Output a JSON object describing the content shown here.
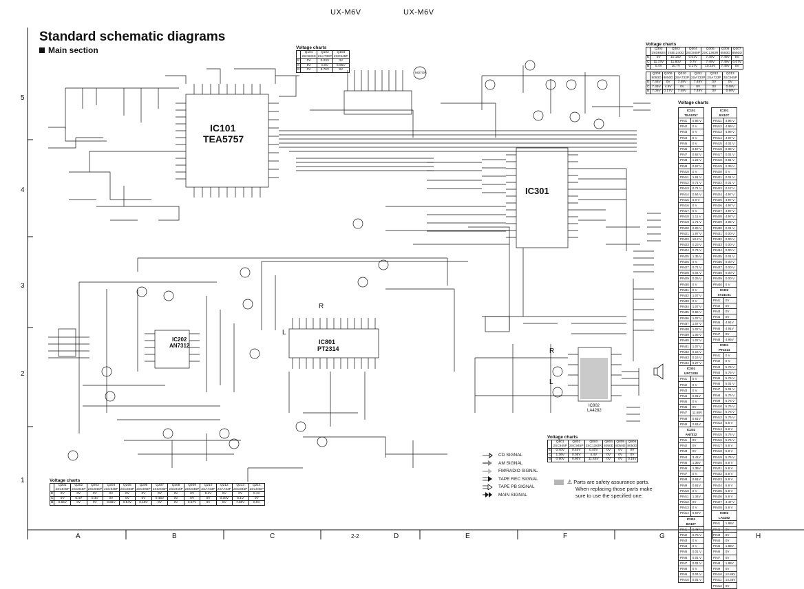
{
  "header": {
    "model_left": "UX-M6V",
    "model_right": "UX-M6V"
  },
  "title": "Standard schematic diagrams",
  "subtitle": "Main section",
  "page_number": "2-2",
  "grid": {
    "columns": [
      "A",
      "B",
      "C",
      "D",
      "E",
      "F",
      "G",
      "H"
    ],
    "rows": [
      "5",
      "4",
      "3",
      "2",
      "1"
    ]
  },
  "ic_labels": {
    "ic101": "IC101",
    "ic101_part": "TEA5757",
    "ic202": "IC202",
    "ic202_part": "AN7312",
    "ic801": "IC801",
    "ic801_part": "PT2314",
    "ic301": "IC301",
    "ic802": "IC802",
    "ic802_part": "LA4282"
  },
  "motor_label": "MOTOR",
  "channel_labels": {
    "r1": "R",
    "l1": "L",
    "r2": "R",
    "l2": "L"
  },
  "vc_top_left": {
    "title": "Voltage charts",
    "headers": [
      [
        "Q101",
        "2SA933S"
      ],
      [
        "Q102",
        "2SA733P"
      ],
      [
        "Q103",
        "2SC945P"
      ]
    ],
    "rows": [
      [
        "E",
        "0V",
        "0.03V",
        "3V"
      ],
      [
        "C",
        "8V",
        "8.8V",
        "9.95V"
      ],
      [
        "B",
        "0V",
        "9.76V",
        "9V"
      ]
    ]
  },
  "vc_top_right": {
    "title": "Voltage charts",
    "headers": [
      [
        "Q302",
        "2SD882S"
      ],
      [
        "Q303",
        "2SB1240Q"
      ],
      [
        "Q304",
        "2SC945P"
      ],
      [
        "Q305",
        "2SC1383R"
      ],
      [
        "Q306",
        "8550D"
      ],
      [
        "Q307",
        "8550D"
      ]
    ],
    "rows": [
      [
        "E",
        "0V",
        "10.16V",
        "0.01V",
        "7.49V",
        "7.49V",
        "0V"
      ],
      [
        "C",
        "11.73V",
        "11.80V",
        "0.7V",
        "7.49V",
        "7.49V",
        "0.07V"
      ],
      [
        "B",
        "0.4V",
        "10.7V",
        "0.17V",
        "10.24V",
        "7.49V",
        "0V"
      ]
    ],
    "headers2": [
      [
        "Q308",
        "8050D"
      ],
      [
        "Q309",
        "8050D"
      ],
      [
        "Q310",
        "2SA733P"
      ],
      [
        "Q311",
        "2SA733P"
      ],
      [
        "Q312",
        "2SA733P"
      ],
      [
        "Q313",
        "2SC945P"
      ]
    ],
    "rows2": [
      [
        "E",
        "7.48V",
        "0V",
        "7.49V",
        "7.49V",
        "0V",
        "0V"
      ],
      [
        "C",
        "7.49V",
        "4.9V",
        "0V",
        "0V",
        "0V",
        "0.08V"
      ],
      [
        "B",
        "7.09V",
        "0.17V",
        "7.49V",
        "7.49V",
        "0V",
        "0.66V"
      ]
    ]
  },
  "vc_bottom_left": {
    "title": "Voltage charts",
    "headers": [
      [
        "Q201",
        "2SC945P"
      ],
      [
        "Q202",
        "2SC945P"
      ],
      [
        "Q203",
        "2SC945P"
      ],
      [
        "Q204",
        "2SC945P"
      ],
      [
        "Q205",
        "2SC945P"
      ],
      [
        "Q206",
        "2SC945P"
      ],
      [
        "Q207",
        "2SC945P"
      ],
      [
        "Q208",
        "2SC945P"
      ],
      [
        "Q209",
        "2SC945P"
      ],
      [
        "Q210",
        "2SA733P"
      ],
      [
        "Q212",
        "2SA733P"
      ],
      [
        "Q213",
        "2SC945P"
      ],
      [
        "Q214",
        "2SC945P"
      ]
    ],
    "rows": [
      [
        "E",
        "0V",
        "0V",
        "0V",
        "0V",
        "0V",
        "0V",
        "0V",
        "0V",
        "0V",
        "8.4V",
        "0V",
        "0V",
        "0.1V"
      ],
      [
        "C",
        "0V",
        "0.4V",
        "0.4V",
        "0V",
        "0V",
        "0V",
        "0.45V",
        "0V",
        "0V",
        "0V",
        "0.30V",
        "8.1V",
        "0V"
      ],
      [
        "B",
        "0.65V",
        "0V",
        "0V",
        "0.65V",
        "0.54V",
        "0.18V",
        "0V",
        "0V",
        "0.57V",
        "0V",
        "0V",
        "7.86V",
        "0.6V"
      ]
    ]
  },
  "vc_bottom_mid": {
    "title": "Voltage charts",
    "headers": [
      [
        "Q801",
        "2SC945P"
      ],
      [
        "Q802",
        "2SC945P"
      ],
      [
        "Q803",
        "2SC1383R"
      ],
      [
        "Q804",
        "8050D"
      ],
      [
        "Q805",
        "8050D"
      ],
      [
        "Q806",
        "8050D"
      ]
    ],
    "rows": [
      [
        "E",
        "0.40V",
        "0.40V",
        "0.40V",
        "0V",
        "0V",
        "0V"
      ],
      [
        "C",
        "1.36V",
        "0.05V",
        "4.4V",
        "0V",
        "0V",
        "0V"
      ],
      [
        "B",
        "0.90V",
        "0.90V",
        "11.46V",
        "0V",
        "0V",
        "0.16V"
      ]
    ]
  },
  "pin_charts": {
    "title": "Voltage charts",
    "col1": {
      "blocks": [
        {
          "hd1": "IC101",
          "hd2": "TEA5757",
          "pins": [
            [
              "PIN1",
              "0.95 V"
            ],
            [
              "PIN2",
              "0 V"
            ],
            [
              "PIN3",
              "0 V"
            ],
            [
              "PIN4",
              "0 V"
            ],
            [
              "PIN5",
              "0 V"
            ],
            [
              "PIN6",
              "0.57 V"
            ],
            [
              "PIN7",
              "0.62 V"
            ],
            [
              "PIN8",
              "1.24 V"
            ],
            [
              "PIN9",
              "0.67 V"
            ],
            [
              "PIN10",
              "0 V"
            ],
            [
              "PIN11",
              "1.61 V"
            ],
            [
              "PIN12",
              "0.71 V"
            ],
            [
              "PIN13",
              "0.71 V"
            ],
            [
              "PIN14",
              "0.64 V"
            ],
            [
              "PIN15",
              "0.0 V"
            ],
            [
              "PIN16",
              "0 V"
            ],
            [
              "PIN17",
              "0 V"
            ],
            [
              "PIN18",
              "1.11 V"
            ],
            [
              "PIN19",
              "1.71 V"
            ],
            [
              "PIN20",
              "2.25 V"
            ],
            [
              "PIN21",
              "1.97 V"
            ],
            [
              "PIN22",
              "10.2 V"
            ],
            [
              "PIN23",
              "0.23 V"
            ],
            [
              "PIN24",
              "0.74 V"
            ],
            [
              "PIN25",
              "1.35 V"
            ],
            [
              "PIN26",
              "0 V"
            ],
            [
              "PIN27",
              "0.71 V"
            ],
            [
              "PIN28",
              "0.04 V"
            ],
            [
              "PIN29",
              "0.25 V"
            ],
            [
              "PIN30",
              "0 V"
            ],
            [
              "PIN31",
              "0 V"
            ],
            [
              "PIN32",
              "1.07 V"
            ],
            [
              "PIN33",
              "0 V"
            ],
            [
              "PIN34",
              "1.07 V"
            ],
            [
              "PIN35",
              "0.96 V"
            ],
            [
              "PIN36",
              "1.07 V"
            ],
            [
              "PIN37",
              "1.07 V"
            ],
            [
              "PIN38",
              "1.07 V"
            ],
            [
              "PIN39",
              "1.06 V"
            ],
            [
              "PIN40",
              "1.07 V"
            ],
            [
              "PIN41",
              "1.07 V"
            ],
            [
              "PIN42",
              "0.16 V"
            ],
            [
              "PIN43",
              "0.16 V"
            ],
            [
              "PIN44",
              "0.27 V"
            ]
          ]
        },
        {
          "hd1": "IC001",
          "hd2": "UPC1330",
          "pins": [
            [
              "PIN1",
              "0 V"
            ],
            [
              "PIN2",
              "0 V"
            ],
            [
              "PIN3",
              "0 V"
            ],
            [
              "PIN4",
              "0.01V"
            ],
            [
              "PIN5",
              "0 V"
            ],
            [
              "PIN6",
              "0V"
            ],
            [
              "PIN7",
              "11.68V"
            ],
            [
              "PIN8",
              "0.61V"
            ],
            [
              "PIN9",
              "0.61V"
            ]
          ]
        },
        {
          "hd1": "IC202",
          "hd2": "AN7312",
          "pins": [
            [
              "PIN1",
              "0V"
            ],
            [
              "PIN2",
              "0V"
            ],
            [
              "PIN3",
              "0V"
            ],
            [
              "PIN4",
              "3.41V"
            ],
            [
              "PIN5",
              "1.35V"
            ],
            [
              "PIN6",
              "1.35V"
            ],
            [
              "PIN7",
              "0 V"
            ],
            [
              "PIN8",
              "0.61V"
            ],
            [
              "PIN9",
              "0.61V"
            ],
            [
              "PIN10",
              "0 V"
            ],
            [
              "PIN11",
              "1.34V"
            ],
            [
              "PIN12",
              "0V"
            ],
            [
              "PIN13",
              "0 V"
            ],
            [
              "PIN14",
              "6.57V"
            ]
          ]
        },
        {
          "hd1": "IC301",
          "hd2": "BX10T",
          "pins": [
            [
              "PIN1",
              "0.48 V"
            ],
            [
              "PIN2",
              "0.75 V"
            ],
            [
              "PIN3",
              "0 V"
            ],
            [
              "PIN4",
              "0 V"
            ],
            [
              "PIN5",
              "0.01 V"
            ],
            [
              "PIN6",
              "0.01 V"
            ],
            [
              "PIN7",
              "0.01 V"
            ],
            [
              "PIN8",
              "0 V"
            ],
            [
              "PIN9",
              "0.04 V"
            ],
            [
              "PIN10",
              "0.01 V"
            ]
          ]
        }
      ]
    },
    "col2": {
      "blocks": [
        {
          "hd1": "IC301",
          "hd2": "BX10T",
          "pins": [
            [
              "PIN11",
              "4.96 V"
            ],
            [
              "PIN12",
              "4.99 V"
            ],
            [
              "PIN13",
              "4.99 V"
            ],
            [
              "PIN14",
              "4.97 V"
            ],
            [
              "PIN15",
              "4.01 V"
            ],
            [
              "PIN16",
              "0.08 V"
            ],
            [
              "PIN17",
              "0.01 V"
            ],
            [
              "PIN18",
              "0.81 V"
            ],
            [
              "PIN19",
              "2.39 V"
            ],
            [
              "PIN20",
              "0 V"
            ],
            [
              "PIN21",
              "0.01 V"
            ],
            [
              "PIN22",
              "0.01 V"
            ],
            [
              "PIN23",
              "0.17 V"
            ],
            [
              "PIN24",
              "4.97 V"
            ],
            [
              "PIN25",
              "4.97 V"
            ],
            [
              "PIN26",
              "4.97 V"
            ],
            [
              "PIN27",
              "4.97 V"
            ],
            [
              "PIN28",
              "4.97 V"
            ],
            [
              "PIN29",
              "4.96 V"
            ],
            [
              "PIN30",
              "0.01 V"
            ],
            [
              "PIN31",
              "0.00 V"
            ],
            [
              "PIN32",
              "0.00 V"
            ],
            [
              "PIN33",
              "0.00 V"
            ],
            [
              "PIN34",
              "0.00 V"
            ],
            [
              "PIN35",
              "0.01 V"
            ],
            [
              "PIN36",
              "0.00 V"
            ],
            [
              "PIN37",
              "0.00 V"
            ],
            [
              "PIN38",
              "0.00 V"
            ],
            [
              "PIN39",
              "0.00 V"
            ],
            [
              "PIN40",
              "0 V"
            ]
          ]
        },
        {
          "hd1": "IC302",
          "hd2": "ST24C01",
          "pins": [
            [
              "PIN1",
              "0V"
            ],
            [
              "PIN2",
              "0V"
            ],
            [
              "PIN3",
              "0V"
            ],
            [
              "PIN4",
              "0V"
            ],
            [
              "PIN5",
              "4.91V"
            ],
            [
              "PIN6",
              "4.91V"
            ],
            [
              "PIN7",
              "0V"
            ],
            [
              "PIN8",
              "4.95V"
            ]
          ]
        },
        {
          "hd1": "IC801",
          "hd2": "PT2314",
          "pins": [
            [
              "PIN1",
              "0 V"
            ],
            [
              "PIN2",
              "0 V"
            ],
            [
              "PIN3",
              "5.76 V"
            ],
            [
              "PIN4",
              "5.76 V"
            ],
            [
              "PIN5",
              "5.76 V"
            ],
            [
              "PIN6",
              "5.01 V"
            ],
            [
              "PIN7",
              "5.01 V"
            ],
            [
              "PIN8",
              "5.76 V"
            ],
            [
              "PIN9",
              "5.76 V"
            ],
            [
              "PIN10",
              "5.76 V"
            ],
            [
              "PIN11",
              "5.76 V"
            ],
            [
              "PIN12",
              "5.76 V"
            ],
            [
              "PIN13",
              "5.8 V"
            ],
            [
              "PIN14",
              "5.8 V"
            ],
            [
              "PIN15",
              "5.76 V"
            ],
            [
              "PIN16",
              "5.76 V"
            ],
            [
              "PIN17",
              "5.8 V"
            ],
            [
              "PIN18",
              "5.8 V"
            ],
            [
              "PIN19",
              "5.76 V"
            ],
            [
              "PIN20",
              "5.8 V"
            ],
            [
              "PIN21",
              "5.8 V"
            ],
            [
              "PIN22",
              "5.8 V"
            ],
            [
              "PIN23",
              "5.8 V"
            ],
            [
              "PIN24",
              "5.8 V"
            ],
            [
              "PIN25",
              "5.8 V"
            ],
            [
              "PIN26",
              "5.8 V"
            ],
            [
              "PIN27",
              "4.47 V"
            ],
            [
              "PIN28",
              "5.8 V"
            ]
          ]
        },
        {
          "hd1": "IC802",
          "hd2": "LA4282",
          "pins": [
            [
              "PIN1",
              "1.88V"
            ],
            [
              "PIN2",
              "0V"
            ],
            [
              "PIN3",
              "0V"
            ],
            [
              "PIN4",
              "0V"
            ],
            [
              "PIN5",
              "1.88V"
            ],
            [
              "PIN6",
              "0V"
            ],
            [
              "PIN7",
              "0V"
            ],
            [
              "PIN8",
              "1.88V"
            ],
            [
              "PIN9",
              "0V"
            ],
            [
              "PIN10",
              "12.86V"
            ],
            [
              "PIN11",
              "14.36V"
            ],
            [
              "PIN12",
              "0V"
            ]
          ]
        }
      ]
    }
  },
  "signal_legend": [
    {
      "label": "CD SIGNAL",
      "kind": "cd"
    },
    {
      "label": "AM SIGNAL",
      "kind": "am"
    },
    {
      "label": "FM/RADIO SIGNAL",
      "kind": "fm"
    },
    {
      "label": "TAPE REC SIGNAL",
      "kind": "rec"
    },
    {
      "label": "TAPE PB SIGNAL",
      "kind": "pb"
    },
    {
      "label": "MAIN SIGNAL",
      "kind": "main"
    }
  ],
  "safety_note": {
    "line1": "Parts are safety assurance parts.",
    "line2": "When replacing those parts make",
    "line3": "sure to use the specified one."
  },
  "colors": {
    "ink": "#111111",
    "safety_fill": "#b5b5b5"
  }
}
